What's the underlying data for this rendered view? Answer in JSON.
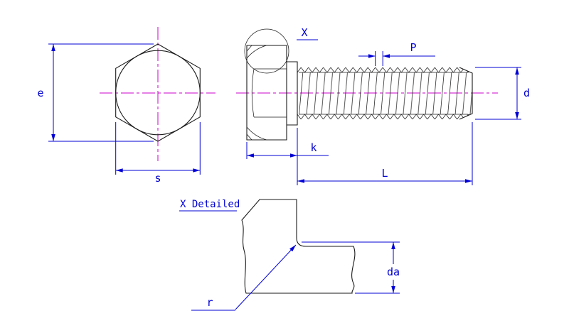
{
  "colors": {
    "bg": "#ffffff",
    "line": "#1a1a1a",
    "dim": "#0000d4",
    "center": "#cc00cc"
  },
  "front_view": {
    "dim_e": "e",
    "dim_s": "s"
  },
  "side_view": {
    "detail_ref": "X",
    "dim_p": "P",
    "dim_d": "d",
    "dim_k": "k",
    "dim_l": "L"
  },
  "detail_view": {
    "title": "X Detailed",
    "dim_r": "r",
    "dim_da": "da"
  }
}
